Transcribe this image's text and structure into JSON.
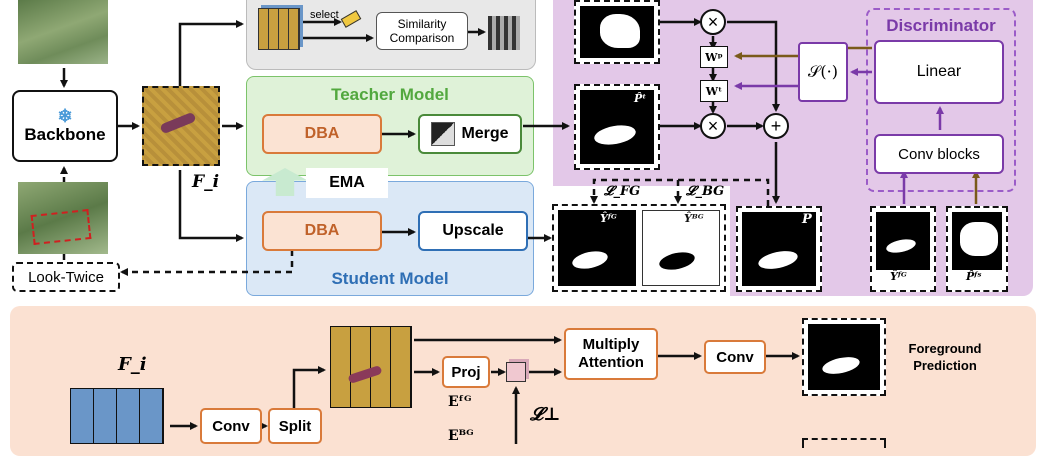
{
  "colors": {
    "gray_panel": "#e8e8e8",
    "teacher_bg": "#dff2d8",
    "teacher_border": "#7cc36a",
    "teacher_title": "#52a83e",
    "student_bg": "#dbe8f6",
    "student_border": "#7aa9dc",
    "student_title": "#2f6fb5",
    "dba_fill": "#fbe3d3",
    "dba_border": "#d97a3a",
    "dba_text": "#c0622a",
    "disc_panel": "#e3c8e8",
    "disc_border": "#9b5cc8",
    "disc_title": "#7a3aa8",
    "arrow_purple": "#7a3aa8",
    "arrow_brown": "#7a5a1a",
    "bottom_panel": "#fbe1d2"
  },
  "icons": [
    "snowflake-icon",
    "merge-icon",
    "pencil-icon",
    "times-circle-icon",
    "plus-circle-icon",
    "cube-grid-icon"
  ],
  "top_gray": {
    "select_label": "select",
    "similarity_label": "Similarity Comparison"
  },
  "backbone": {
    "label": "Backbone",
    "feature_label": "F_i"
  },
  "look_twice": {
    "label": "Look-Twice"
  },
  "teacher": {
    "title": "Teacher Model",
    "dba_label": "DBA",
    "merge_label": "Merge",
    "ema_label": "EMA"
  },
  "student": {
    "title": "Student Model",
    "dba_label": "DBA",
    "upscale_label": "Upscale"
  },
  "losses": {
    "fg": "𝓛_FG",
    "bg": "𝓛_BG",
    "orth": "𝓛⊥"
  },
  "preds": {
    "p_teacher": "P̂ᵗ",
    "y_fg": "Ŷᶠᴳ",
    "y_bg": "Ŷᴮᴳ",
    "p": "P",
    "y_fg_small": "Ŷᶠᴳ",
    "p_fs": "P̂ᶠˢ"
  },
  "discriminator": {
    "title": "Discriminator",
    "linear_label": "Linear",
    "conv_label": "Conv blocks",
    "s_label": "𝒮(·)",
    "wp_label": "Wᵖ",
    "wt_label": "Wᵗ"
  },
  "bottom": {
    "fi_label": "F_i",
    "conv_label": "Conv",
    "split_label": "Split",
    "proj_label": "Proj",
    "multiply_label": "Multiply Attention",
    "conv2_label": "Conv",
    "foreground_label": "Foreground Prediction",
    "efg_label": "Eᶠᴳ",
    "ebg_label": "Eᴮᴳ",
    "orth_label": "𝓛⊥"
  }
}
